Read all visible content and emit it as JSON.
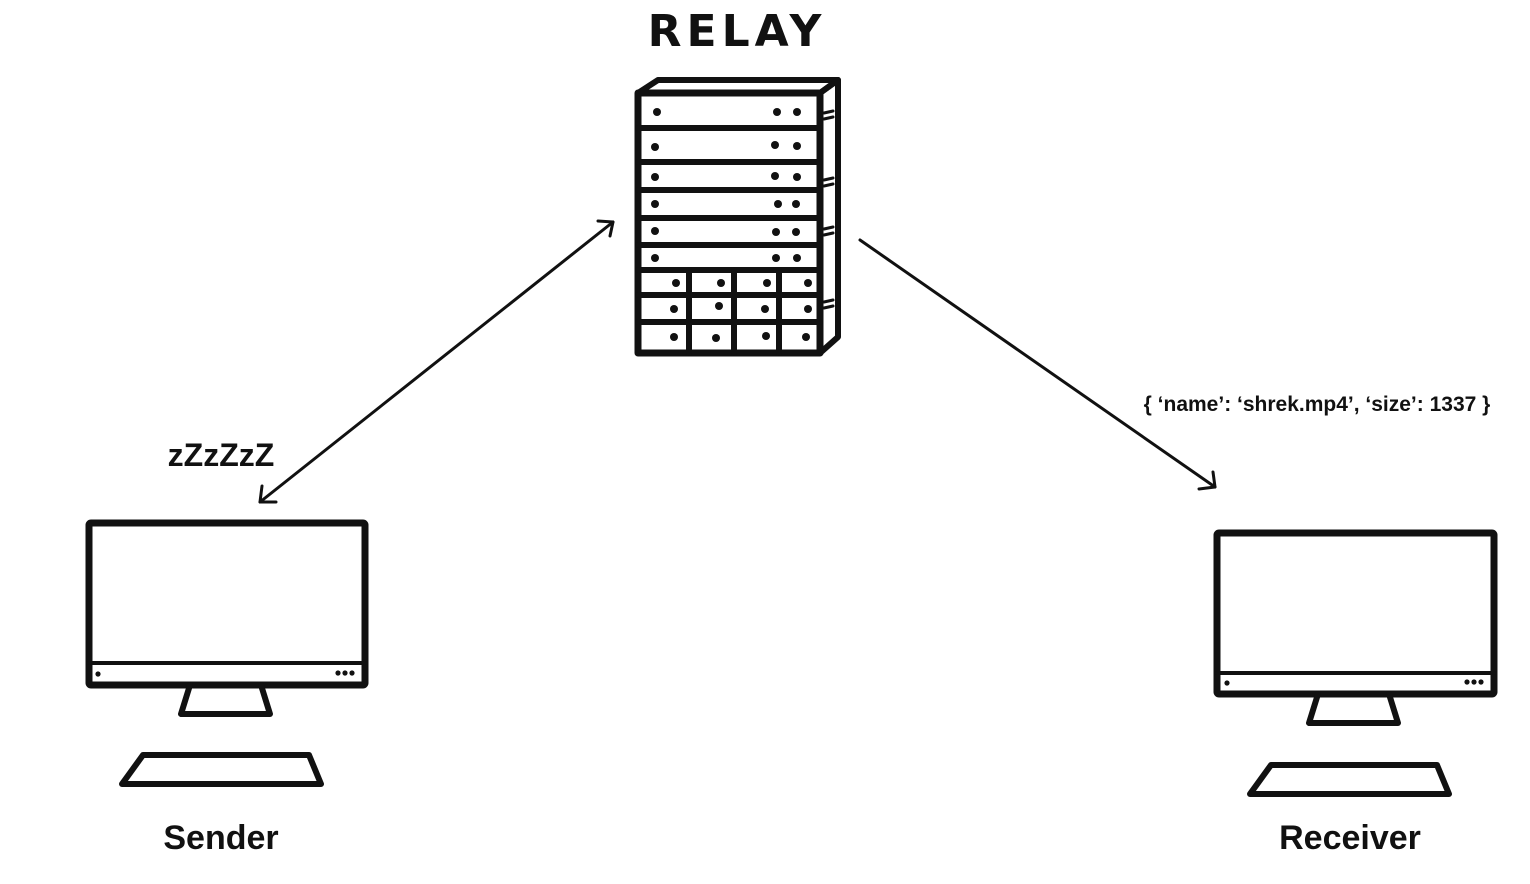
{
  "relay": {
    "title": "RELAY"
  },
  "sender": {
    "label": "Sender",
    "status_text": "zZzZzZ"
  },
  "receiver": {
    "label": "Receiver"
  },
  "message": {
    "payload_text": "{ ‘name’: ‘shrek.mp4’, ‘size’: 1337 }"
  },
  "connections": [
    {
      "from": "relay",
      "to": "sender",
      "direction": "bidirectional"
    },
    {
      "from": "relay",
      "to": "receiver",
      "direction": "one-way"
    }
  ],
  "colors": {
    "ink": "#111111",
    "background": "#ffffff"
  }
}
